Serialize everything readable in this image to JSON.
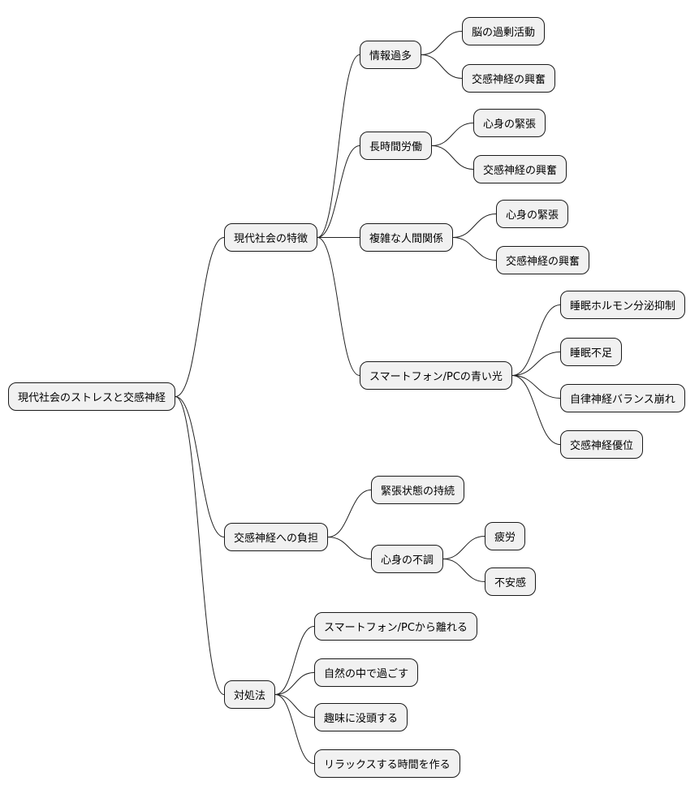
{
  "mindmap": {
    "root": "現代社会のストレスと交感神経",
    "features": {
      "label": "現代社会の特徴",
      "info_overload": {
        "label": "情報過多",
        "children": [
          "脳の過剰活動",
          "交感神経の興奮"
        ]
      },
      "long_work": {
        "label": "長時間労働",
        "children": [
          "心身の緊張",
          "交感神経の興奮"
        ]
      },
      "relations": {
        "label": "複雑な人間関係",
        "children": [
          "心身の緊張",
          "交感神経の興奮"
        ]
      },
      "blue_light": {
        "label": "スマートフォン/PCの青い光",
        "children": [
          "睡眠ホルモン分泌抑制",
          "睡眠不足",
          "自律神経バランス崩れ",
          "交感神経優位"
        ]
      }
    },
    "burden": {
      "label": "交感神経への負担",
      "sustained": "緊張状態の持続",
      "unwell": {
        "label": "心身の不調",
        "children": [
          "疲労",
          "不安感"
        ]
      }
    },
    "coping": {
      "label": "対処法",
      "children": [
        "スマートフォン/PCから離れる",
        "自然の中で過ごす",
        "趣味に没頭する",
        "リラックスする時間を作る"
      ]
    }
  }
}
